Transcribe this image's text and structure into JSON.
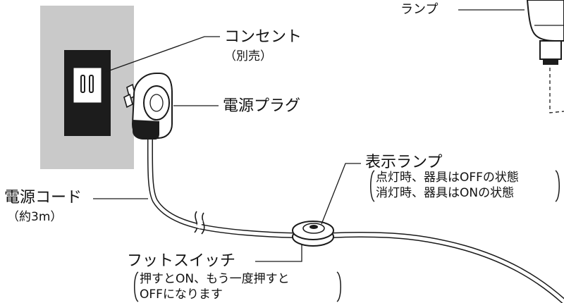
{
  "labels": {
    "outlet": "コンセント",
    "outlet_note": "（別売）",
    "plug": "電源プラグ",
    "lamp": "ランプ",
    "indicator": "表示ランプ",
    "indicator_note_1": "点灯時、器具はOFFの状態",
    "indicator_note_2": "消灯時、器具はONの状態",
    "cord": "電源コード",
    "cord_note": "（約3m）",
    "foot_switch": "フットスイッチ",
    "switch_note_1": "押すとON、もう一度押すと",
    "switch_note_2": "OFFになります"
  },
  "colors": {
    "wall_panel": "#c9c9c9",
    "outlet_plate": "#1c1c1c",
    "line": "#1a1a1a",
    "device_body": "#ffffff"
  }
}
